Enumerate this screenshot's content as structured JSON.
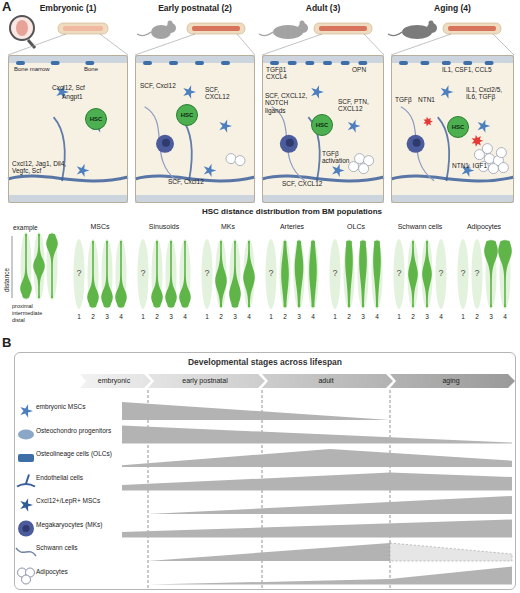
{
  "diagram": {
    "nodes": [
      {
        "text": [
          "Embryonic (1)"
        ]
      },
      {
        "text": [
          "HSC"
        ],
        "in": 0
      },
      {
        "text": [
          "Early postnatal (2)"
        ]
      },
      {
        "text": [
          "HSC"
        ],
        "in": 2
      },
      {
        "text": [
          "Adult (3)"
        ]
      },
      {
        "text": [
          "HSC"
        ],
        "in": 4
      },
      {
        "text": [
          "Aging (4)"
        ]
      },
      {
        "text": [
          "HSC"
        ],
        "in": 6
      },
      {
        "text": [
          "Developmental stages across lifespan"
        ]
      }
    ],
    "labels": [
      "A",
      "Bone marrow",
      "Bone",
      "Cxcl12, Scf",
      "Angpt1",
      "Cxcl12, Jag1, Dll4, Vegfc, Scf",
      "SCF, Cxcl12",
      "SCF, CXCL12",
      "SCF, Cxcl12",
      "TGFβ1 CXCL4",
      "OPN",
      "SCF, CXCL12, NOTCH ligands",
      "SCF, PTN, CXCL12",
      "TGFβ activation",
      "SCF, CXCL12",
      "IL1, CSF1, CCL5",
      "TGFβ",
      "NTN1",
      "IL1, Cxcl2/5, IL6, TGFβ",
      "NTN1, IGF1",
      "HSC distance distribution from BM populations",
      "example",
      "distance",
      "proximal",
      "intermediate",
      "distal",
      "MSCs",
      "Sinusoids",
      "MKs",
      "Arteries",
      "OLCs",
      "Schwann cells",
      "Adipocytes",
      "1",
      "2",
      "3",
      "4",
      "1",
      "2",
      "3",
      "4",
      "1",
      "2",
      "3",
      "4",
      "1",
      "2",
      "3",
      "4",
      "1",
      "2",
      "3",
      "4",
      "1",
      "2",
      "3",
      "4",
      "1",
      "2",
      "3",
      "4",
      "?",
      "?",
      "?",
      "?",
      "?",
      "?",
      "?",
      "?",
      "?",
      "B",
      "embryonic",
      "early postnatal",
      "adult",
      "aging",
      "embryonic MSCs",
      "Osteochondro progenitors",
      "Osteolineage cells (OLCs)",
      "Endothelial cells",
      "Cxcl12+/LepR+ MSCs",
      "Megakaryocytes (MKs)",
      "Schwann cells",
      "Adipocytes"
    ]
  }
}
